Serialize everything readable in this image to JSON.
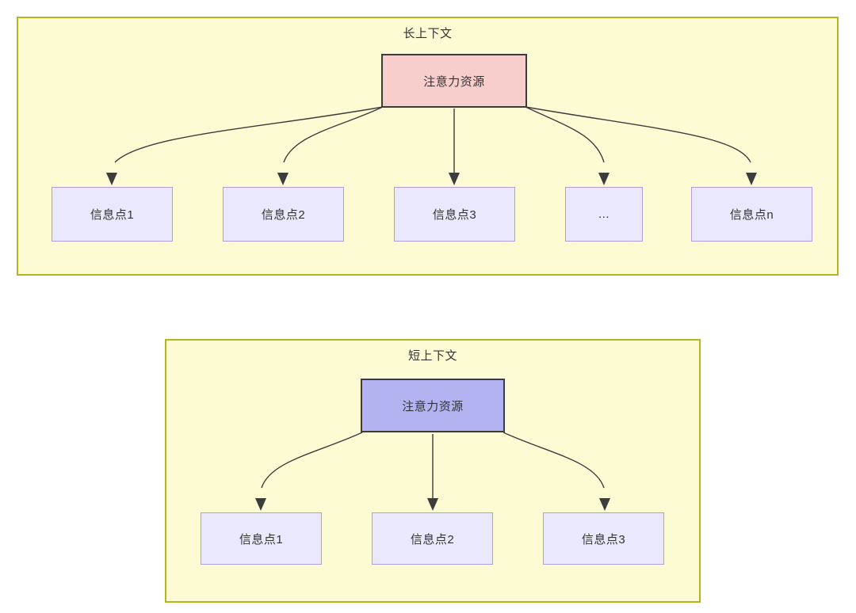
{
  "diagram": {
    "title_note": "attention resource allocation across long vs short context",
    "panels": [
      {
        "id": "long-context",
        "title": "长上下文",
        "root": {
          "label": "注意力资源",
          "fill": "#f8cecc",
          "stroke": "#3c3c3c"
        },
        "children": [
          {
            "label": "信息点1"
          },
          {
            "label": "信息点2"
          },
          {
            "label": "信息点3"
          },
          {
            "label": "..."
          },
          {
            "label": "信息点n"
          }
        ]
      },
      {
        "id": "short-context",
        "title": "短上下文",
        "root": {
          "label": "注意力资源",
          "fill": "#b3b3f2",
          "stroke": "#3c3c3c"
        },
        "children": [
          {
            "label": "信息点1"
          },
          {
            "label": "信息点2"
          },
          {
            "label": "信息点3"
          }
        ]
      }
    ],
    "colors": {
      "panel_fill": "#fdfbd4",
      "panel_border": "#b5b51f",
      "info_fill": "#e9e8fd",
      "info_border": "#b49ae0",
      "edge": "#3c3c3c",
      "text": "#333333"
    }
  }
}
